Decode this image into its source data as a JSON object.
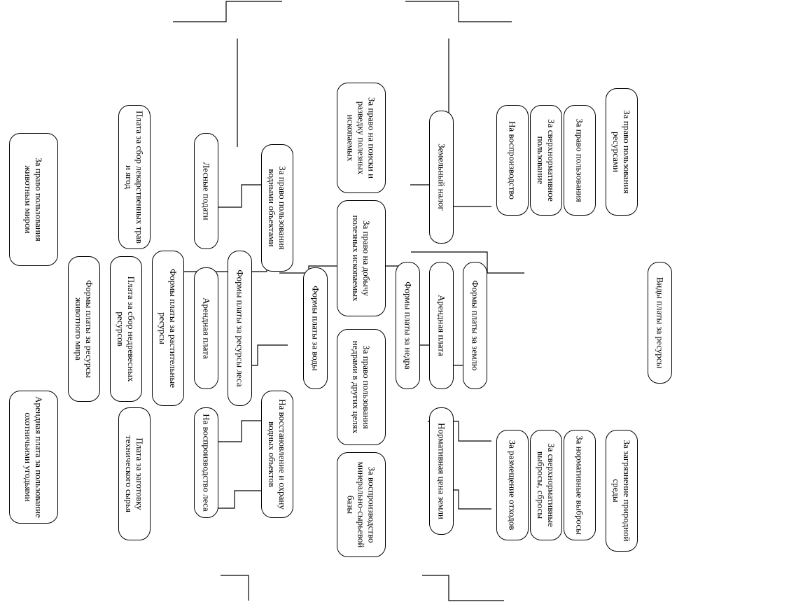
{
  "diagram": {
    "root": "Виды платы за ресурсы",
    "nodes": [
      {
        "id": "root",
        "label": "Виды платы за ресурсы"
      },
      {
        "id": "land_forms",
        "label": "Формы платы за землю"
      },
      {
        "id": "land_rent",
        "label": "Арендная плата"
      },
      {
        "id": "subsoil_forms",
        "label": "Формы платы за недра"
      },
      {
        "id": "water_forms",
        "label": "Формы платы за воды"
      },
      {
        "id": "forest_forms",
        "label": "Формы платы за ресурсы леса"
      },
      {
        "id": "forest_rent",
        "label": "Арендная плата"
      },
      {
        "id": "plant_forms",
        "label": "Формы платы за растительные ресурсы"
      },
      {
        "id": "nonwood",
        "label": "Плата за сбор недревесных ресурсов"
      },
      {
        "id": "fauna_forms",
        "label": "Формы платы за ресурсы животного мира"
      },
      {
        "id": "resource_use",
        "label": "За право пользования ресурсами"
      },
      {
        "id": "pollution",
        "label": "За загрязнение природной среды"
      },
      {
        "id": "pay_use",
        "label": "За право пользования"
      },
      {
        "id": "over_use",
        "label": "За сверхнормативное пользование"
      },
      {
        "id": "reproduction",
        "label": "На воспроизводство"
      },
      {
        "id": "normative_emissions",
        "label": "За нормативные выбросы"
      },
      {
        "id": "over_emissions",
        "label": "За сверхнормативные выбросы, сбросы"
      },
      {
        "id": "waste",
        "label": "За размещение отходов"
      },
      {
        "id": "land_tax",
        "label": "Земельный налог"
      },
      {
        "id": "norm_price",
        "label": "Нормативная цена земли"
      },
      {
        "id": "search",
        "label": "За право на поиски и разведку полезных ископаемых"
      },
      {
        "id": "extraction",
        "label": "За право на добычу полезных ископаемых"
      },
      {
        "id": "other_use",
        "label": "За право пользования недрами в других целях"
      },
      {
        "id": "mineral_base",
        "label": "За воспроизводство минерально-сырьевой базы"
      },
      {
        "id": "water_use",
        "label": "За право пользования водными объектами"
      },
      {
        "id": "water_restore",
        "label": "На восстановление и охрану водных объектов"
      },
      {
        "id": "forest_income",
        "label": "Лесные подати"
      },
      {
        "id": "forest_repro",
        "label": "На воспроизводство леса"
      },
      {
        "id": "herbs",
        "label": "Плата за сбор лекарственных трав и ягод"
      },
      {
        "id": "tech_raw",
        "label": "Плата за заготовку технического сырья"
      },
      {
        "id": "fauna_use",
        "label": "За право пользования животным миром"
      },
      {
        "id": "hunting",
        "label": "Арендная плата за пользование охотничьими угодьями"
      }
    ]
  }
}
